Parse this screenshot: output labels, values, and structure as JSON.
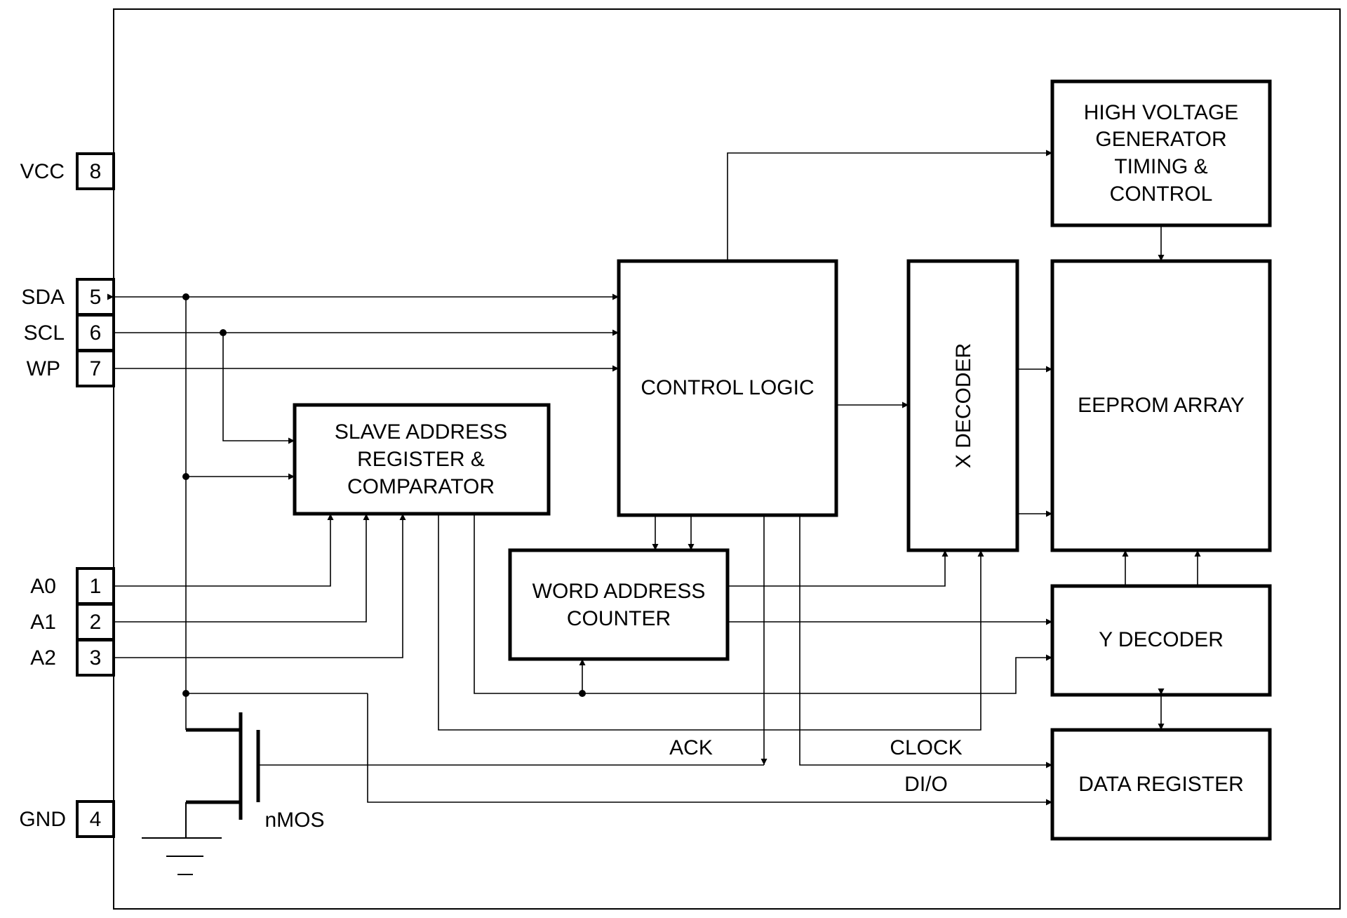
{
  "pins": [
    {
      "name": "VCC",
      "number": "8"
    },
    {
      "name": "SDA",
      "number": "5"
    },
    {
      "name": "SCL",
      "number": "6"
    },
    {
      "name": "WP",
      "number": "7"
    },
    {
      "name": "A0",
      "number": "1"
    },
    {
      "name": "A1",
      "number": "2"
    },
    {
      "name": "A2",
      "number": "3"
    },
    {
      "name": "GND",
      "number": "4"
    }
  ],
  "blocks": {
    "hv": [
      "HIGH VOLTAGE",
      "GENERATOR",
      "TIMING &",
      "CONTROL"
    ],
    "control_logic": [
      "CONTROL LOGIC"
    ],
    "x_decoder": [
      "X DECODER"
    ],
    "eeprom_array": [
      "EEPROM ARRAY"
    ],
    "slave_address": [
      "SLAVE ADDRESS",
      "REGISTER &",
      "COMPARATOR"
    ],
    "word_address": [
      "WORD ADDRESS",
      "COUNTER"
    ],
    "y_decoder": [
      "Y DECODER"
    ],
    "data_register": [
      "DATA REGISTER"
    ]
  },
  "signals": {
    "ack": "ACK",
    "clock": "CLOCK",
    "dio": "DI/O",
    "nmos": "nMOS"
  }
}
